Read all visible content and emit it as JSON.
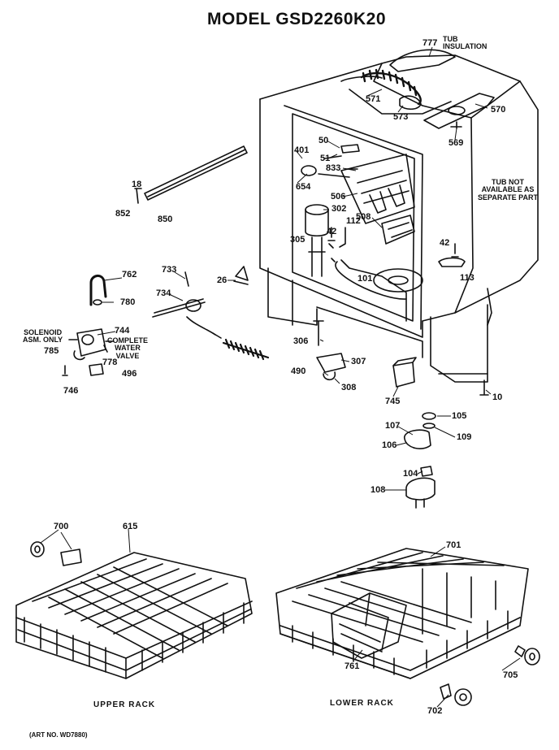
{
  "title": "MODEL GSD2260K20",
  "art_number": "(ART NO. WD7880)",
  "captions": {
    "upper_rack": "UPPER RACK",
    "lower_rack": "LOWER RACK"
  },
  "notes": {
    "tub_insulation": [
      "TUB",
      "INSULATION"
    ],
    "tub_not_available": [
      "TUB NOT",
      "AVAILABLE AS",
      "SEPARATE PART"
    ],
    "solenoid": [
      "SOLENOID",
      "ASM. ONLY"
    ],
    "complete_valve": [
      "COMPLETE",
      "WATER",
      "VALVE"
    ]
  },
  "part_numbers": {
    "p777": "777",
    "p571": "571",
    "p573": "573",
    "p570": "570",
    "p569": "569",
    "p50": "50",
    "p401": "401",
    "p51": "51",
    "p833": "833",
    "p654": "654",
    "p506": "506",
    "p302": "302",
    "p508": "508",
    "p112": "112",
    "p305": "305",
    "p42a": "42",
    "p42b": "42",
    "p113": "113",
    "p101": "101",
    "p26": "26",
    "p18": "18",
    "p852": "852",
    "p850": "850",
    "p762": "762",
    "p780": "780",
    "p733": "733",
    "p734": "734",
    "p744": "744",
    "p785": "785",
    "p778": "778",
    "p496": "496",
    "p746": "746",
    "p306": "306",
    "p307": "307",
    "p490": "490",
    "p308": "308",
    "p745": "745",
    "p10": "10",
    "p105": "105",
    "p107": "107",
    "p109": "109",
    "p106": "106",
    "p104": "104",
    "p108": "108",
    "p700": "700",
    "p615": "615",
    "p701": "701",
    "p761": "761",
    "p705": "705",
    "p702": "702"
  }
}
